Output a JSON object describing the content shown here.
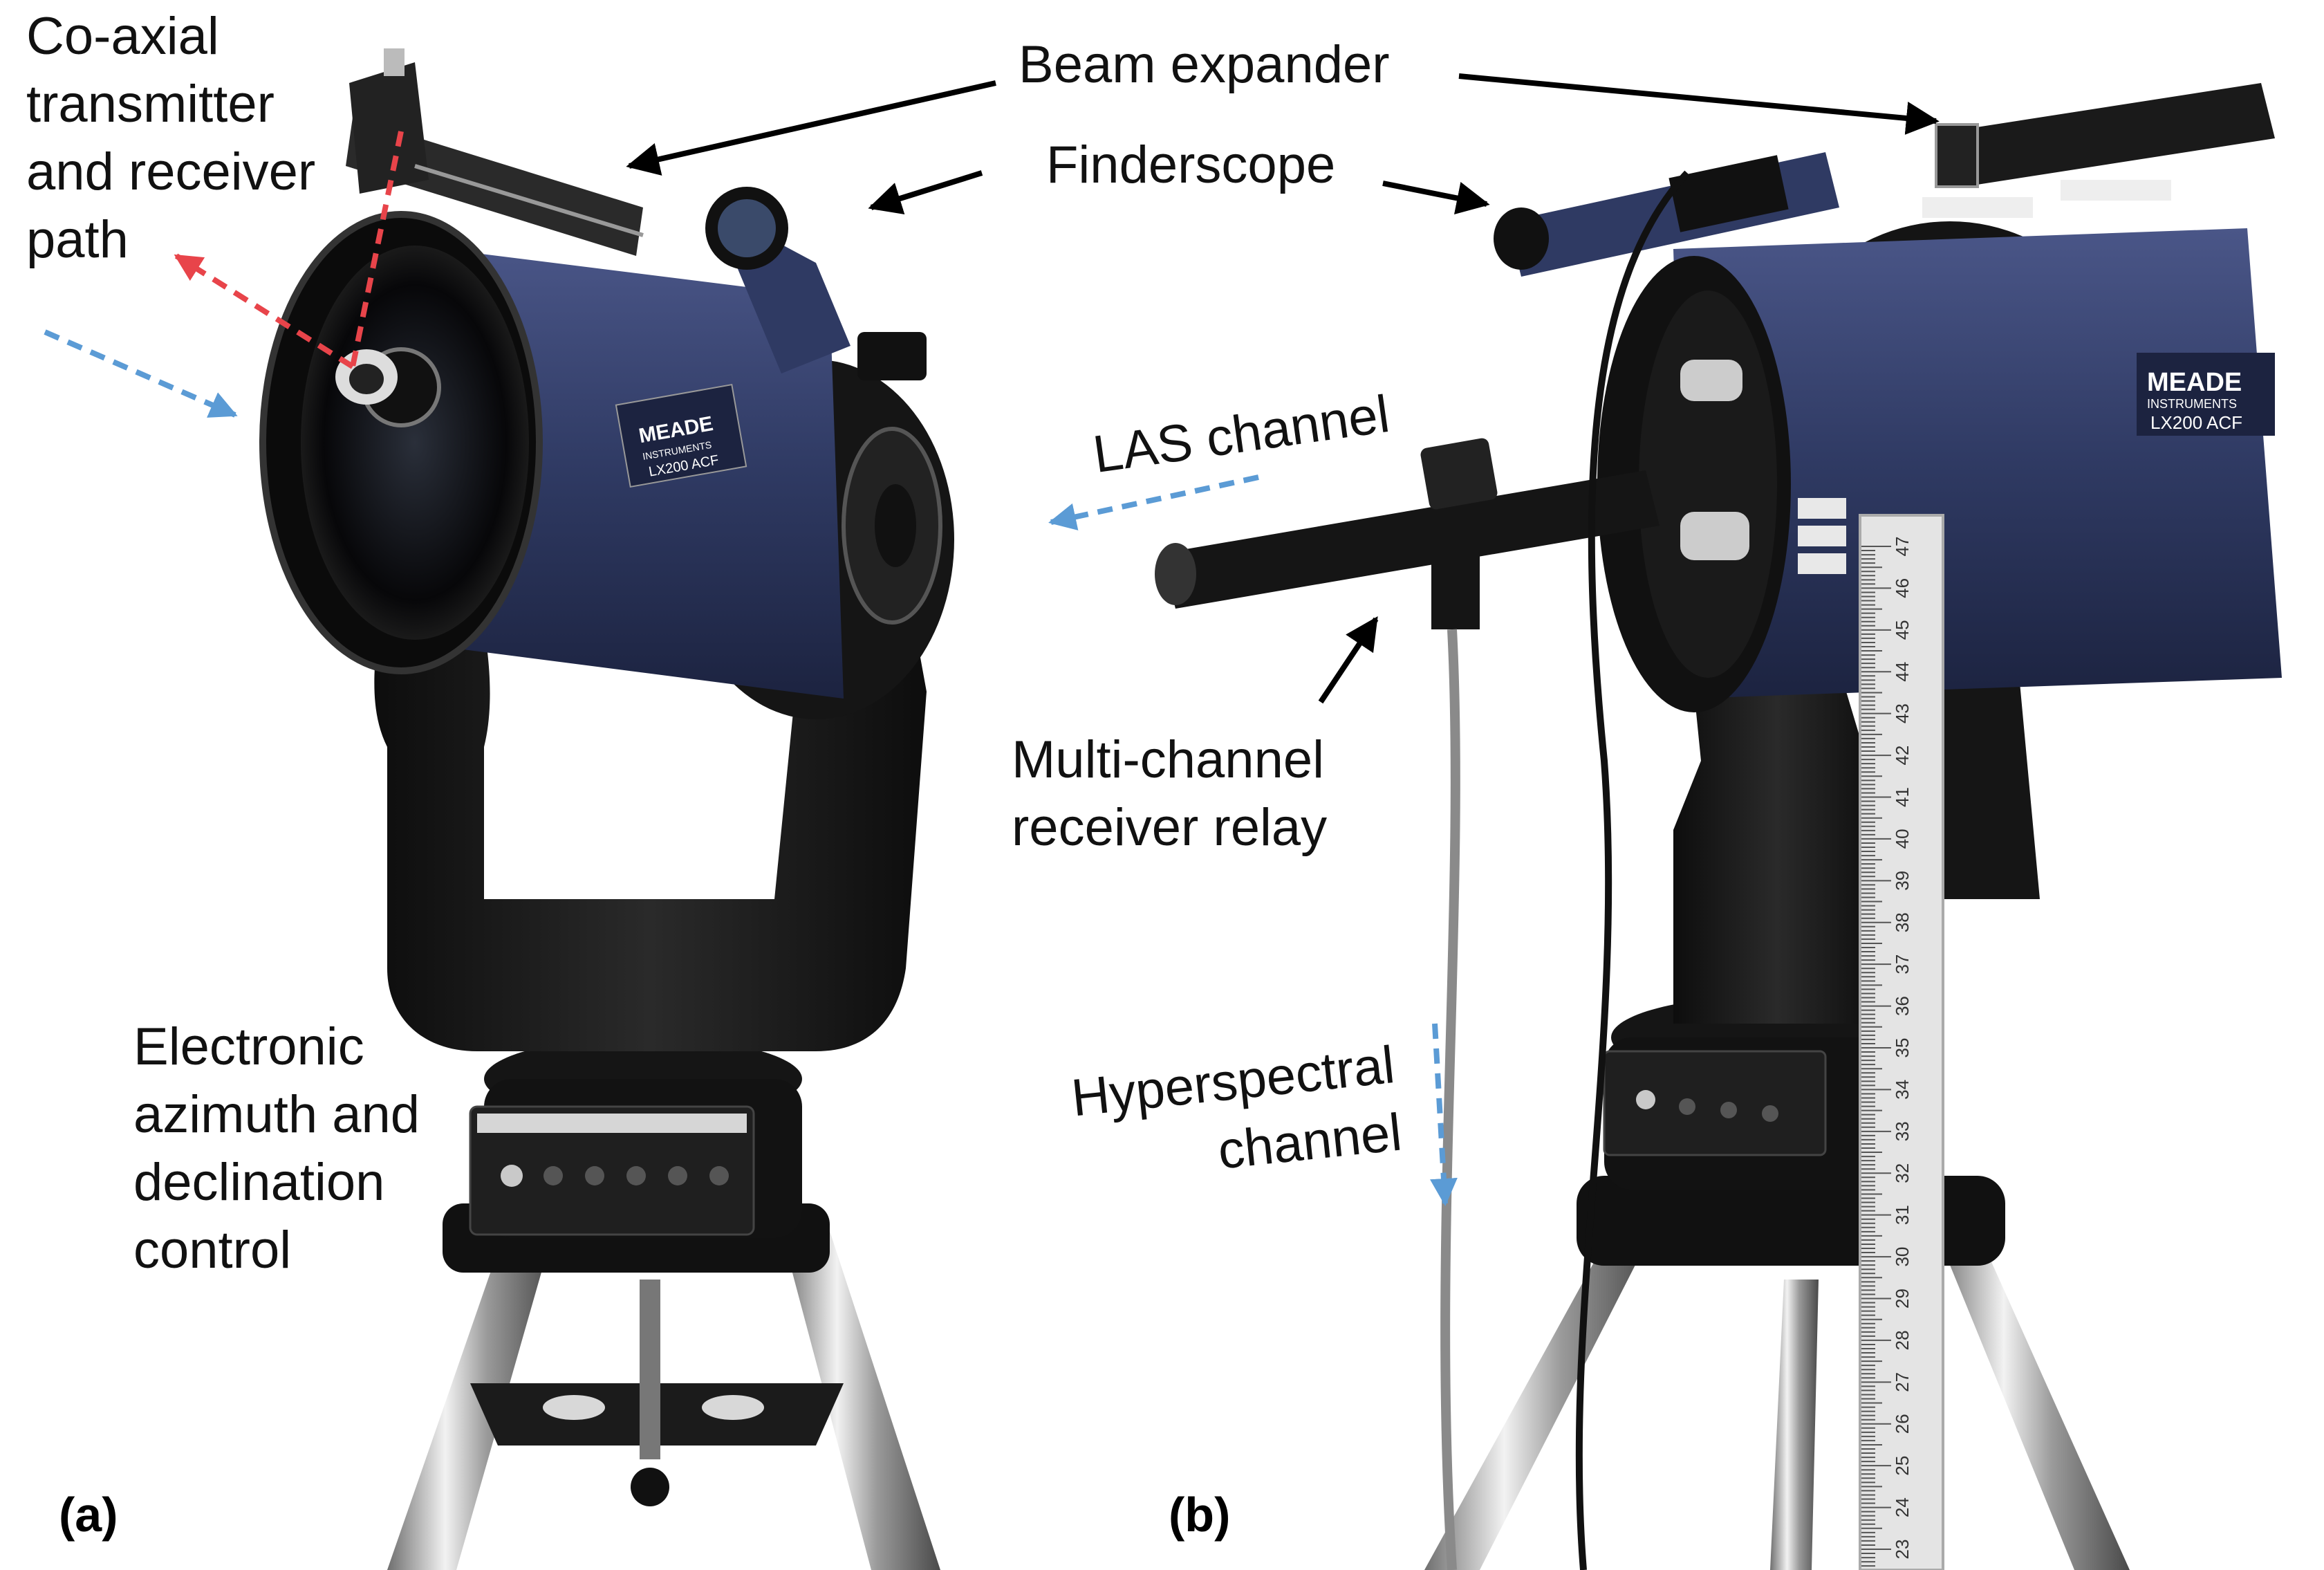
{
  "labels": {
    "coaxial": "Co-axial\ntransmitter\nand receiver\npath",
    "beam_expander": "Beam expander",
    "finderscope": "Finderscope",
    "las_channel": "LAS channel",
    "multichannel": "Multi-channel\nreceiver relay",
    "electronic": "Electronic\nazimuth and\ndeclination\ncontrol",
    "hyperspectral": "Hyperspectral\nchannel",
    "panel_a": "(a)",
    "panel_b": "(b)"
  },
  "scope_text": {
    "brand_a": "MEADE",
    "sub_a": "INSTRUMENTS",
    "model_a": "LX200 ACF",
    "brand_b": "MEADE",
    "sub_b": "INSTRUMENTS",
    "model_b": "LX200 ACF",
    "panel_brand": "MEADE",
    "panel_model": "LX200 ACF"
  },
  "ruler": {
    "numbers": [
      "47",
      "46",
      "45",
      "44",
      "43",
      "42",
      "41",
      "40",
      "39",
      "38",
      "37",
      "36",
      "35",
      "34",
      "33",
      "32",
      "31",
      "30",
      "29",
      "28",
      "27",
      "26",
      "25",
      "24",
      "23"
    ]
  },
  "colors": {
    "arrow_black": "#000000",
    "arrow_red": "#e8444a",
    "arrow_blue": "#5b9bd5",
    "tube_blue": "#2f3a63",
    "mount_black": "#1a1a1a"
  }
}
